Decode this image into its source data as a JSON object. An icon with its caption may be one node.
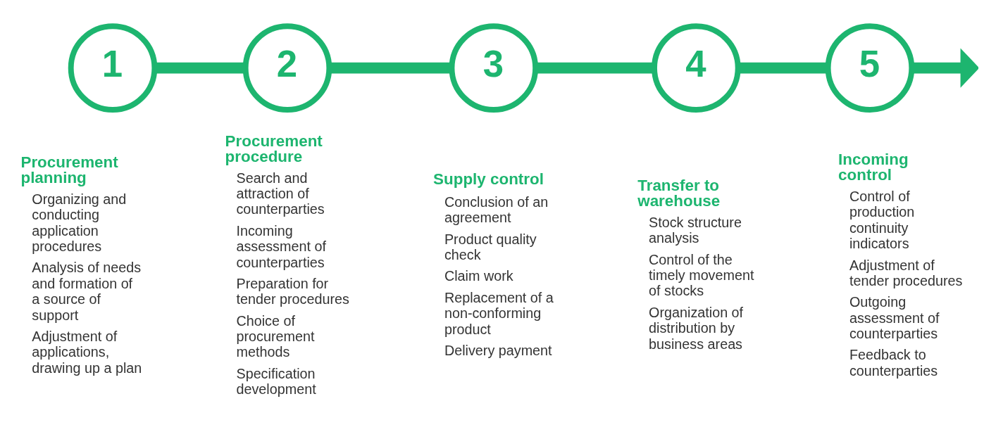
{
  "diagram": {
    "nodes": [
      {
        "text": [
          "1"
        ],
        "beside": [
          "Procurement planning",
          "Organizing and conducting application procedures",
          "Analysis of needs and formation of a source of support",
          "Adjustment of applications, drawing up a plan"
        ]
      },
      {
        "text": [
          "2"
        ],
        "beside": [
          "Procurement procedure",
          "Search and attraction of counterparties",
          "Incoming assessment of counterparties",
          "Preparation for tender procedures",
          "Choice of procurement methods",
          "Specification development"
        ]
      },
      {
        "text": [
          "3"
        ],
        "beside": [
          "Supply control",
          "Conclusion of an agreement",
          "Product quality check",
          "Claim work",
          "Replacement of a non-conforming product",
          "Delivery payment"
        ]
      },
      {
        "text": [
          "4"
        ],
        "beside": [
          "Transfer to warehouse",
          "Stock structure analysis",
          "Control of the timely movement of stocks",
          "Organization of distribution by business areas"
        ]
      },
      {
        "text": [
          "5"
        ],
        "beside": [
          "Incoming control",
          "Control of production continuity indicators",
          "Adjustment of tender procedures",
          "Outgoing assessment of counterparties",
          "Feedback to counterparties"
        ]
      }
    ],
    "edges": [
      {
        "from": 0,
        "to": 1,
        "arrow": "none"
      },
      {
        "from": 1,
        "to": 2,
        "arrow": "none"
      },
      {
        "from": 2,
        "to": 3,
        "arrow": "none"
      },
      {
        "from": 3,
        "to": 4,
        "arrow": "none"
      },
      {
        "from": 4,
        "to": null,
        "arrow": "to"
      }
    ]
  }
}
